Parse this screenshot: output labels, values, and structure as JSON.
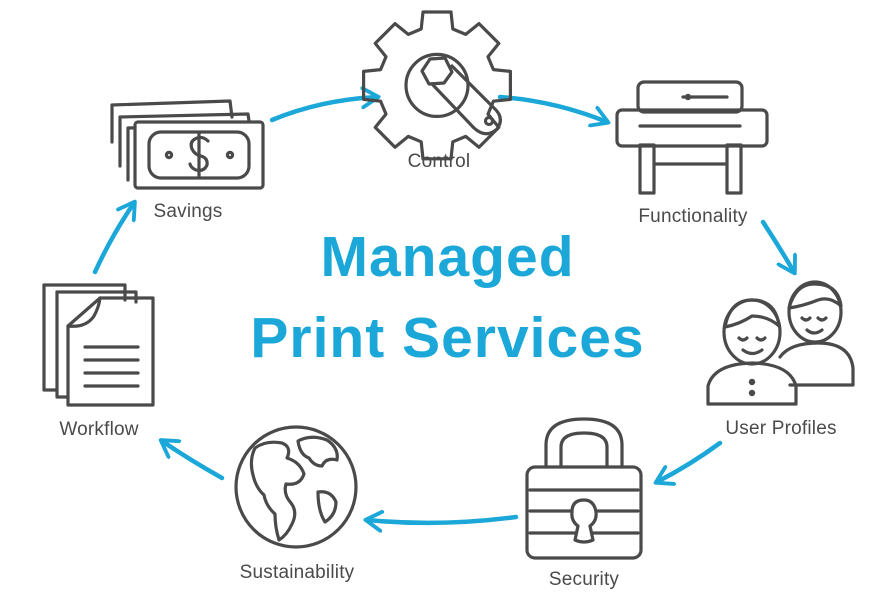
{
  "title": {
    "line1": "Managed",
    "line2": "Print Services"
  },
  "nodes": [
    {
      "id": "control",
      "label": "Control",
      "icon": "gear-wrench-icon"
    },
    {
      "id": "functionality",
      "label": "Functionality",
      "icon": "printer-icon"
    },
    {
      "id": "user-profiles",
      "label": "User Profiles",
      "icon": "users-icon"
    },
    {
      "id": "security",
      "label": "Security",
      "icon": "padlock-icon"
    },
    {
      "id": "sustainability",
      "label": "Sustainability",
      "icon": "globe-icon"
    },
    {
      "id": "workflow",
      "label": "Workflow",
      "icon": "documents-icon"
    },
    {
      "id": "savings",
      "label": "Savings",
      "icon": "money-icon"
    }
  ],
  "colors": {
    "accent": "#1ba8d9",
    "icon": "#4a4a4a",
    "text": "#4a4a4a"
  }
}
